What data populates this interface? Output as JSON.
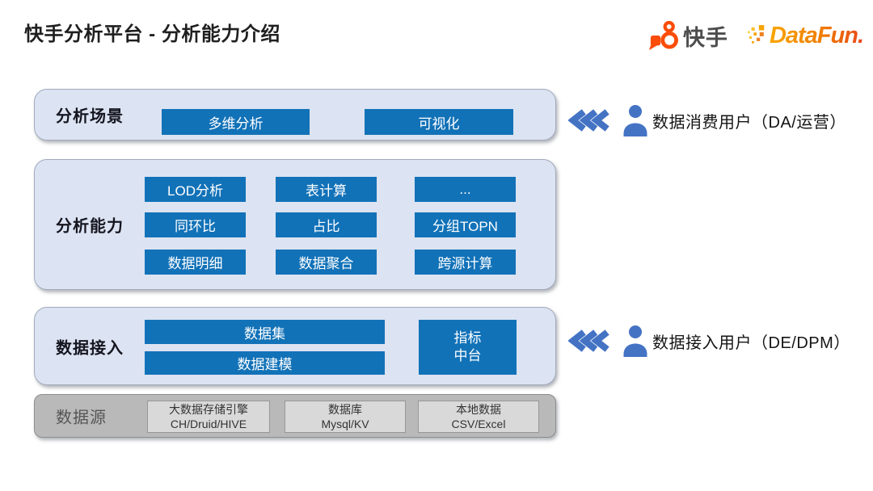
{
  "title": "快手分析平台 - 分析能力介绍",
  "header": {
    "kuaishou_label": "快手",
    "datafun_label": "DataFun."
  },
  "layers": {
    "scenes": {
      "label": "分析场景",
      "items": [
        "多维分析",
        "可视化"
      ]
    },
    "capabilities": {
      "label": "分析能力",
      "items": [
        "LOD分析",
        "表计算",
        "...",
        "同环比",
        "占比",
        "分组TOPN",
        "数据明细",
        "数据聚合",
        "跨源计算"
      ]
    },
    "ingestion": {
      "label": "数据接入",
      "bars": [
        "数据集",
        "数据建模"
      ],
      "metric_center": {
        "line1": "指标",
        "line2": "中台"
      }
    },
    "sources": {
      "label": "数据源",
      "items": [
        {
          "line1": "大数据存储引擎",
          "line2": "CH/Druid/HIVE"
        },
        {
          "line1": "数据库",
          "line2": "Mysql/KV"
        },
        {
          "line1": "本地数据",
          "line2": "CSV/Excel"
        }
      ]
    }
  },
  "annotations": {
    "consumer": {
      "text": "数据消费用户（DA/运营）"
    },
    "ingest": {
      "text": "数据接入用户（DE/DPM）"
    }
  },
  "icons": {
    "chevrons": "triple-chevron-left",
    "user": "user-silhouette",
    "kuaishou": "kuaishou-camera",
    "datafun": "datafun-pixels"
  },
  "colors": {
    "box_blue": "#1272b8",
    "panel_light_blue": "#dce3f2",
    "panel_gray": "#b9b9b9",
    "source_box_gray": "#d9d9d9",
    "annotation_blue": "#4473c4",
    "kuaishou_orange": "#fb4d08",
    "datafun_gradient_start": "#f9a602",
    "datafun_gradient_end": "#e8481b"
  }
}
